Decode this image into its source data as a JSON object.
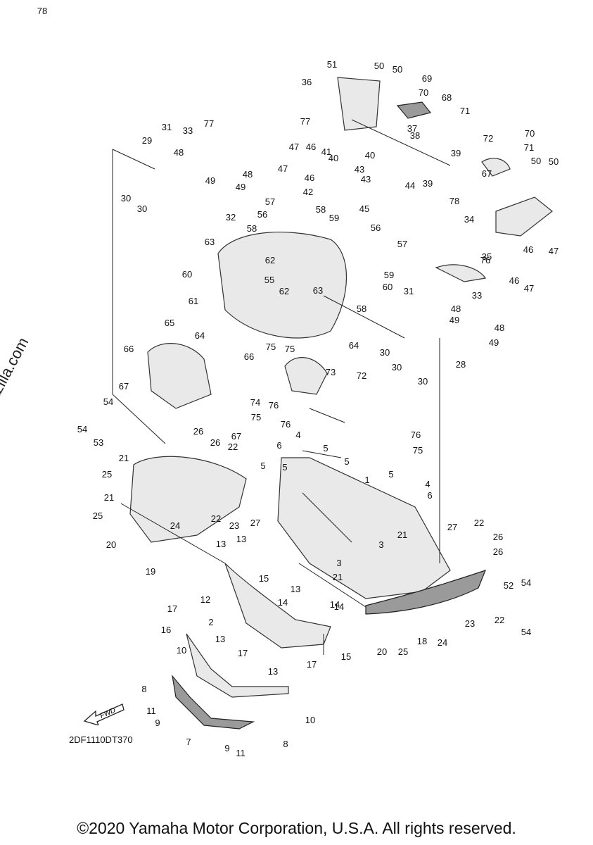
{
  "watermark": "© Partzilla.com",
  "diagram_code": "2DF1110DT370",
  "fwd_label": "FWD",
  "copyright": "©2020 Yamaha Motor Corporation, U.S.A. All rights reserved.",
  "callouts": [
    "1",
    "2",
    "3",
    "3",
    "4",
    "4",
    "5",
    "5",
    "5",
    "5",
    "5",
    "6",
    "6",
    "7",
    "8",
    "8",
    "9",
    "9",
    "10",
    "10",
    "11",
    "11",
    "12",
    "13",
    "13",
    "13",
    "13",
    "13",
    "14",
    "14",
    "14",
    "15",
    "15",
    "16",
    "17",
    "17",
    "17",
    "18",
    "19",
    "20",
    "20",
    "21",
    "21",
    "21",
    "21",
    "22",
    "22",
    "22",
    "22",
    "23",
    "23",
    "24",
    "24",
    "25",
    "25",
    "25",
    "26",
    "26",
    "26",
    "26",
    "27",
    "27",
    "28",
    "29",
    "30",
    "30",
    "30",
    "30",
    "30",
    "31",
    "31",
    "32",
    "33",
    "33",
    "34",
    "35",
    "36",
    "37",
    "38",
    "39",
    "39",
    "40",
    "40",
    "41",
    "42",
    "43",
    "43",
    "44",
    "45",
    "46",
    "46",
    "46",
    "46",
    "47",
    "47",
    "47",
    "47",
    "48",
    "48",
    "48",
    "48",
    "49",
    "49",
    "49",
    "49",
    "50",
    "50",
    "50",
    "50",
    "51",
    "52",
    "53",
    "54",
    "54",
    "54",
    "54",
    "55",
    "56",
    "56",
    "57",
    "57",
    "58",
    "58",
    "58",
    "59",
    "59",
    "60",
    "60",
    "61",
    "62",
    "62",
    "63",
    "63",
    "64",
    "64",
    "65",
    "66",
    "66",
    "67",
    "67",
    "67",
    "68",
    "69",
    "70",
    "70",
    "71",
    "71",
    "72",
    "72",
    "73",
    "74",
    "75",
    "75",
    "75",
    "75",
    "76",
    "76",
    "76",
    "76",
    "77",
    "77",
    "78",
    "78"
  ]
}
